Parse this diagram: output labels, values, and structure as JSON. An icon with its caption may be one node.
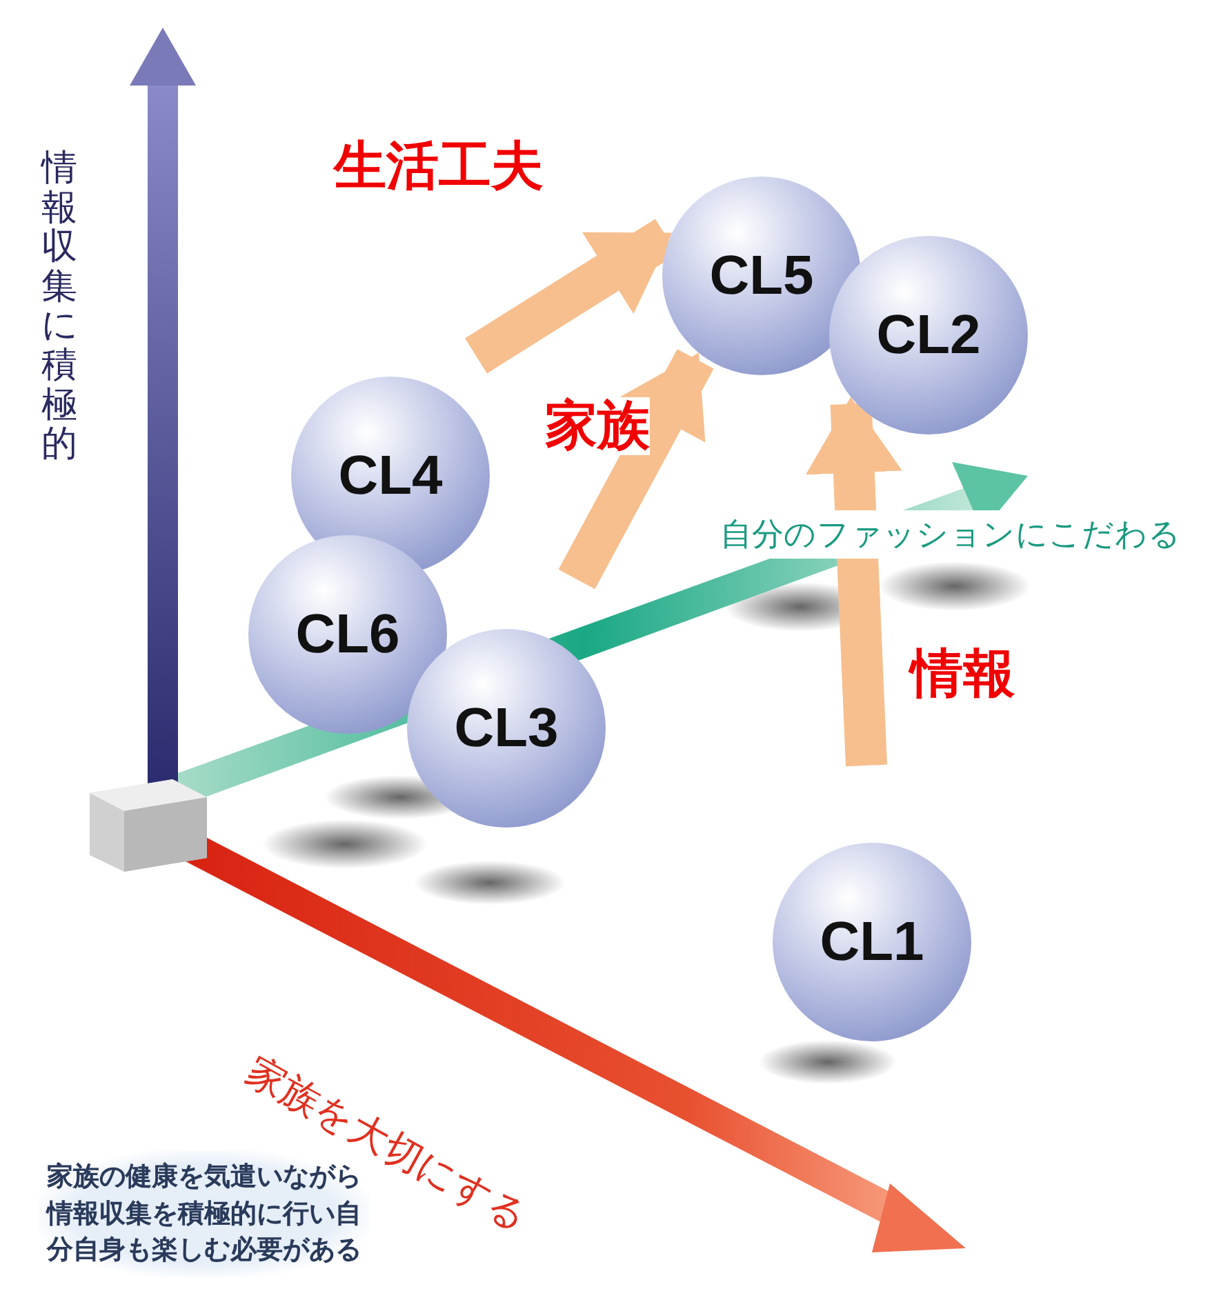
{
  "diagram": {
    "nodes": [
      {
        "text": [
          "CL5"
        ]
      },
      {
        "text": [
          "CL2"
        ]
      },
      {
        "text": [
          "CL4"
        ]
      },
      {
        "text": [
          "CL6"
        ]
      },
      {
        "text": [
          "CL3"
        ]
      },
      {
        "text": [
          "CL1"
        ]
      }
    ],
    "edges": [
      {
        "from": null,
        "to": 0,
        "arrow": "to",
        "label": "生活工夫"
      },
      {
        "from": null,
        "to": 0,
        "arrow": "to",
        "label": "家族"
      },
      {
        "from": null,
        "to": 1,
        "arrow": "to",
        "label": "情報"
      }
    ],
    "labels": [
      "情報収集に積極的",
      "自分のファッションにこだわる",
      "家族を大切にする",
      "家族の健康を気遣いながら情報収集を積極的に行い自分自身も楽しむ必要がある"
    ]
  }
}
